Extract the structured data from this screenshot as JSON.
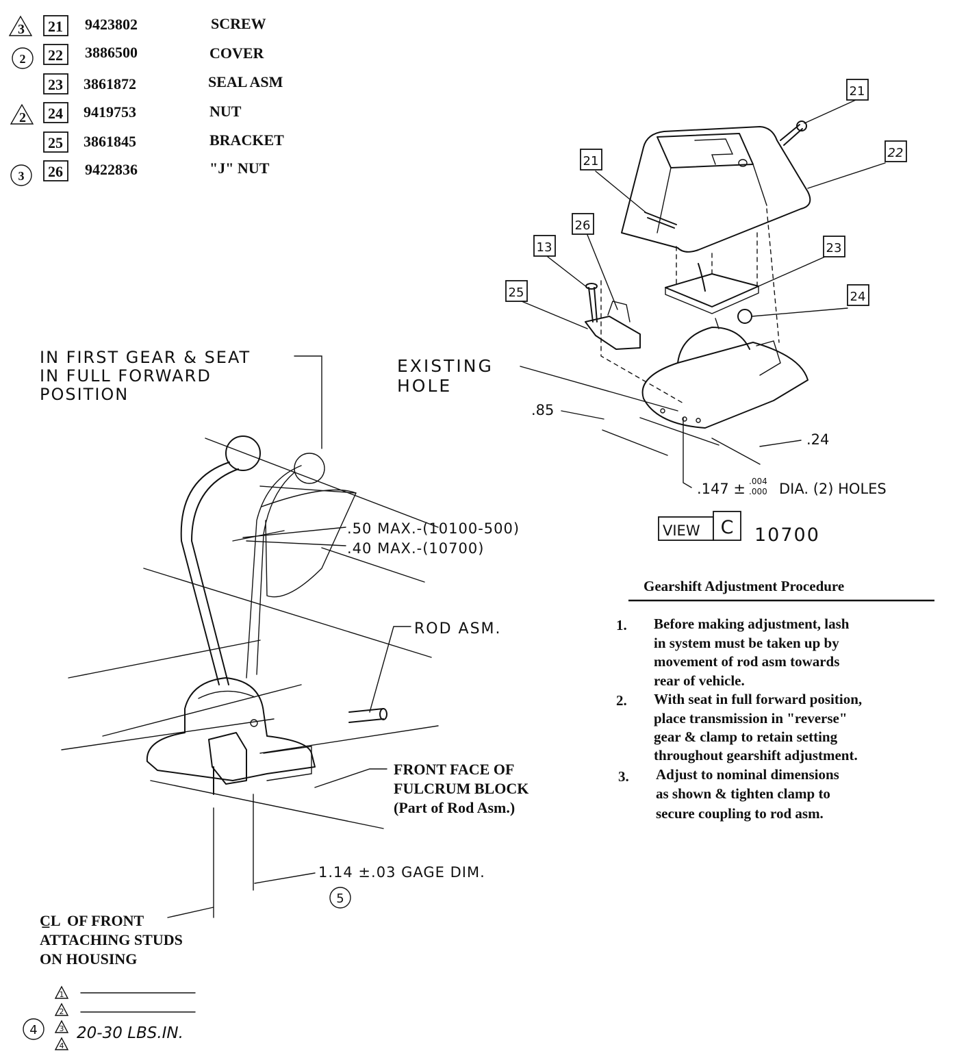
{
  "parts": [
    {
      "flag": "3",
      "flag_shape": "triangle",
      "ref": "21",
      "number": "9423802",
      "name": "SCREW"
    },
    {
      "flag": "2",
      "flag_shape": "circle",
      "ref": "22",
      "number": "3886500",
      "name": "COVER"
    },
    {
      "flag": "",
      "flag_shape": "none",
      "ref": "23",
      "number": "3861872",
      "name": "SEAL ASM"
    },
    {
      "flag": "2",
      "flag_shape": "triangle",
      "ref": "24",
      "number": "9419753",
      "name": "NUT"
    },
    {
      "flag": "",
      "flag_shape": "none",
      "ref": "25",
      "number": "3861845",
      "name": "BRACKET"
    },
    {
      "flag": "3",
      "flag_shape": "circle",
      "ref": "26",
      "number": "9422836",
      "name": "\"J\" NUT"
    }
  ],
  "exploded_view": {
    "callouts": {
      "c21a": "21",
      "c22": "22",
      "c21b": "21",
      "c26": "26",
      "c23": "23",
      "c13": "13",
      "c25": "25",
      "c24": "24"
    },
    "existing_hole_l1": "EXISTING",
    "existing_hole_l2": "HOLE",
    "dim_85": ".85",
    "dim_24": ".24",
    "dim_holes_a": ".147 ±",
    "dim_holes_tol_top": ".004",
    "dim_holes_tol_bottom": ".000",
    "dim_holes_b": "DIA. (2) HOLES",
    "view_label": "VIEW",
    "view_letter": "C",
    "view_model": "10700"
  },
  "shifter": {
    "note_l1": "IN FIRST GEAR & SEAT",
    "note_l2": "IN FULL FORWARD",
    "note_l3": "POSITION",
    "dim_50": ".50 MAX.-(10100-500)",
    "dim_40": ".40 MAX.-(10700)",
    "rod_asm": "ROD ASM.",
    "front_face_l1": "FRONT FACE OF",
    "front_face_l2": "FULCRUM BLOCK",
    "front_face_l3": "(Part of Rod Asm.)",
    "gage_dim": "1.14 ±.03 GAGE DIM.",
    "gage_note": "5",
    "cl_l1": "OF FRONT",
    "cl_l2": "ATTACHING STUDS",
    "cl_l3": "ON HOUSING",
    "cl_symbol": "C̲L"
  },
  "torque": {
    "note": "4",
    "flags": [
      "1",
      "2",
      "3",
      "4"
    ],
    "value": "20-30 LBS.IN."
  },
  "procedure": {
    "title": "Gearshift Adjustment Procedure",
    "steps": [
      {
        "num": "1.",
        "lines": [
          "Before making adjustment, lash",
          "in system must be taken up by",
          "movement of rod asm towards",
          "rear of vehicle."
        ]
      },
      {
        "num": "2.",
        "lines": [
          "With seat in full forward position,",
          "place transmission in \"reverse\"",
          "gear & clamp to retain setting",
          "throughout gearshift adjustment."
        ]
      },
      {
        "num": "3.",
        "lines": [
          "Adjust to nominal dimensions",
          "as shown & tighten clamp to",
          "secure coupling to rod asm."
        ]
      }
    ]
  }
}
